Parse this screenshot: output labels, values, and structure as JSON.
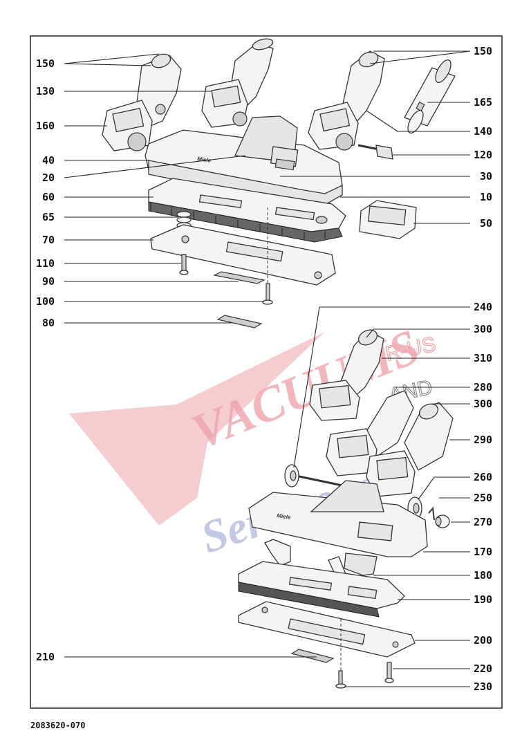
{
  "drawing_number": "2083620-070",
  "watermark": {
    "line1": "VACUUMS",
    "line2": "Service too",
    "r_us": "R-US",
    "and": "AND",
    "colors": {
      "red": "#e8878f",
      "blue": "#8d99cc"
    }
  },
  "labels": {
    "l150a": "150",
    "l130": "130",
    "l160": "160",
    "l40": "40",
    "l20": "20",
    "l60": "60",
    "l65": "65",
    "l70": "70",
    "l110": "110",
    "l90": "90",
    "l100": "100",
    "l80": "80",
    "l150b": "150",
    "l165": "165",
    "l140": "140",
    "l120": "120",
    "l30": "30",
    "l10": "10",
    "l50": "50",
    "l240": "240",
    "l300a": "300",
    "l310": "310",
    "l280": "280",
    "l300b": "300",
    "l290": "290",
    "l260": "260",
    "l250": "250",
    "l270": "270",
    "l170": "170",
    "l180": "180",
    "l190": "190",
    "l200": "200",
    "l210": "210",
    "l220": "220",
    "l230": "230"
  }
}
